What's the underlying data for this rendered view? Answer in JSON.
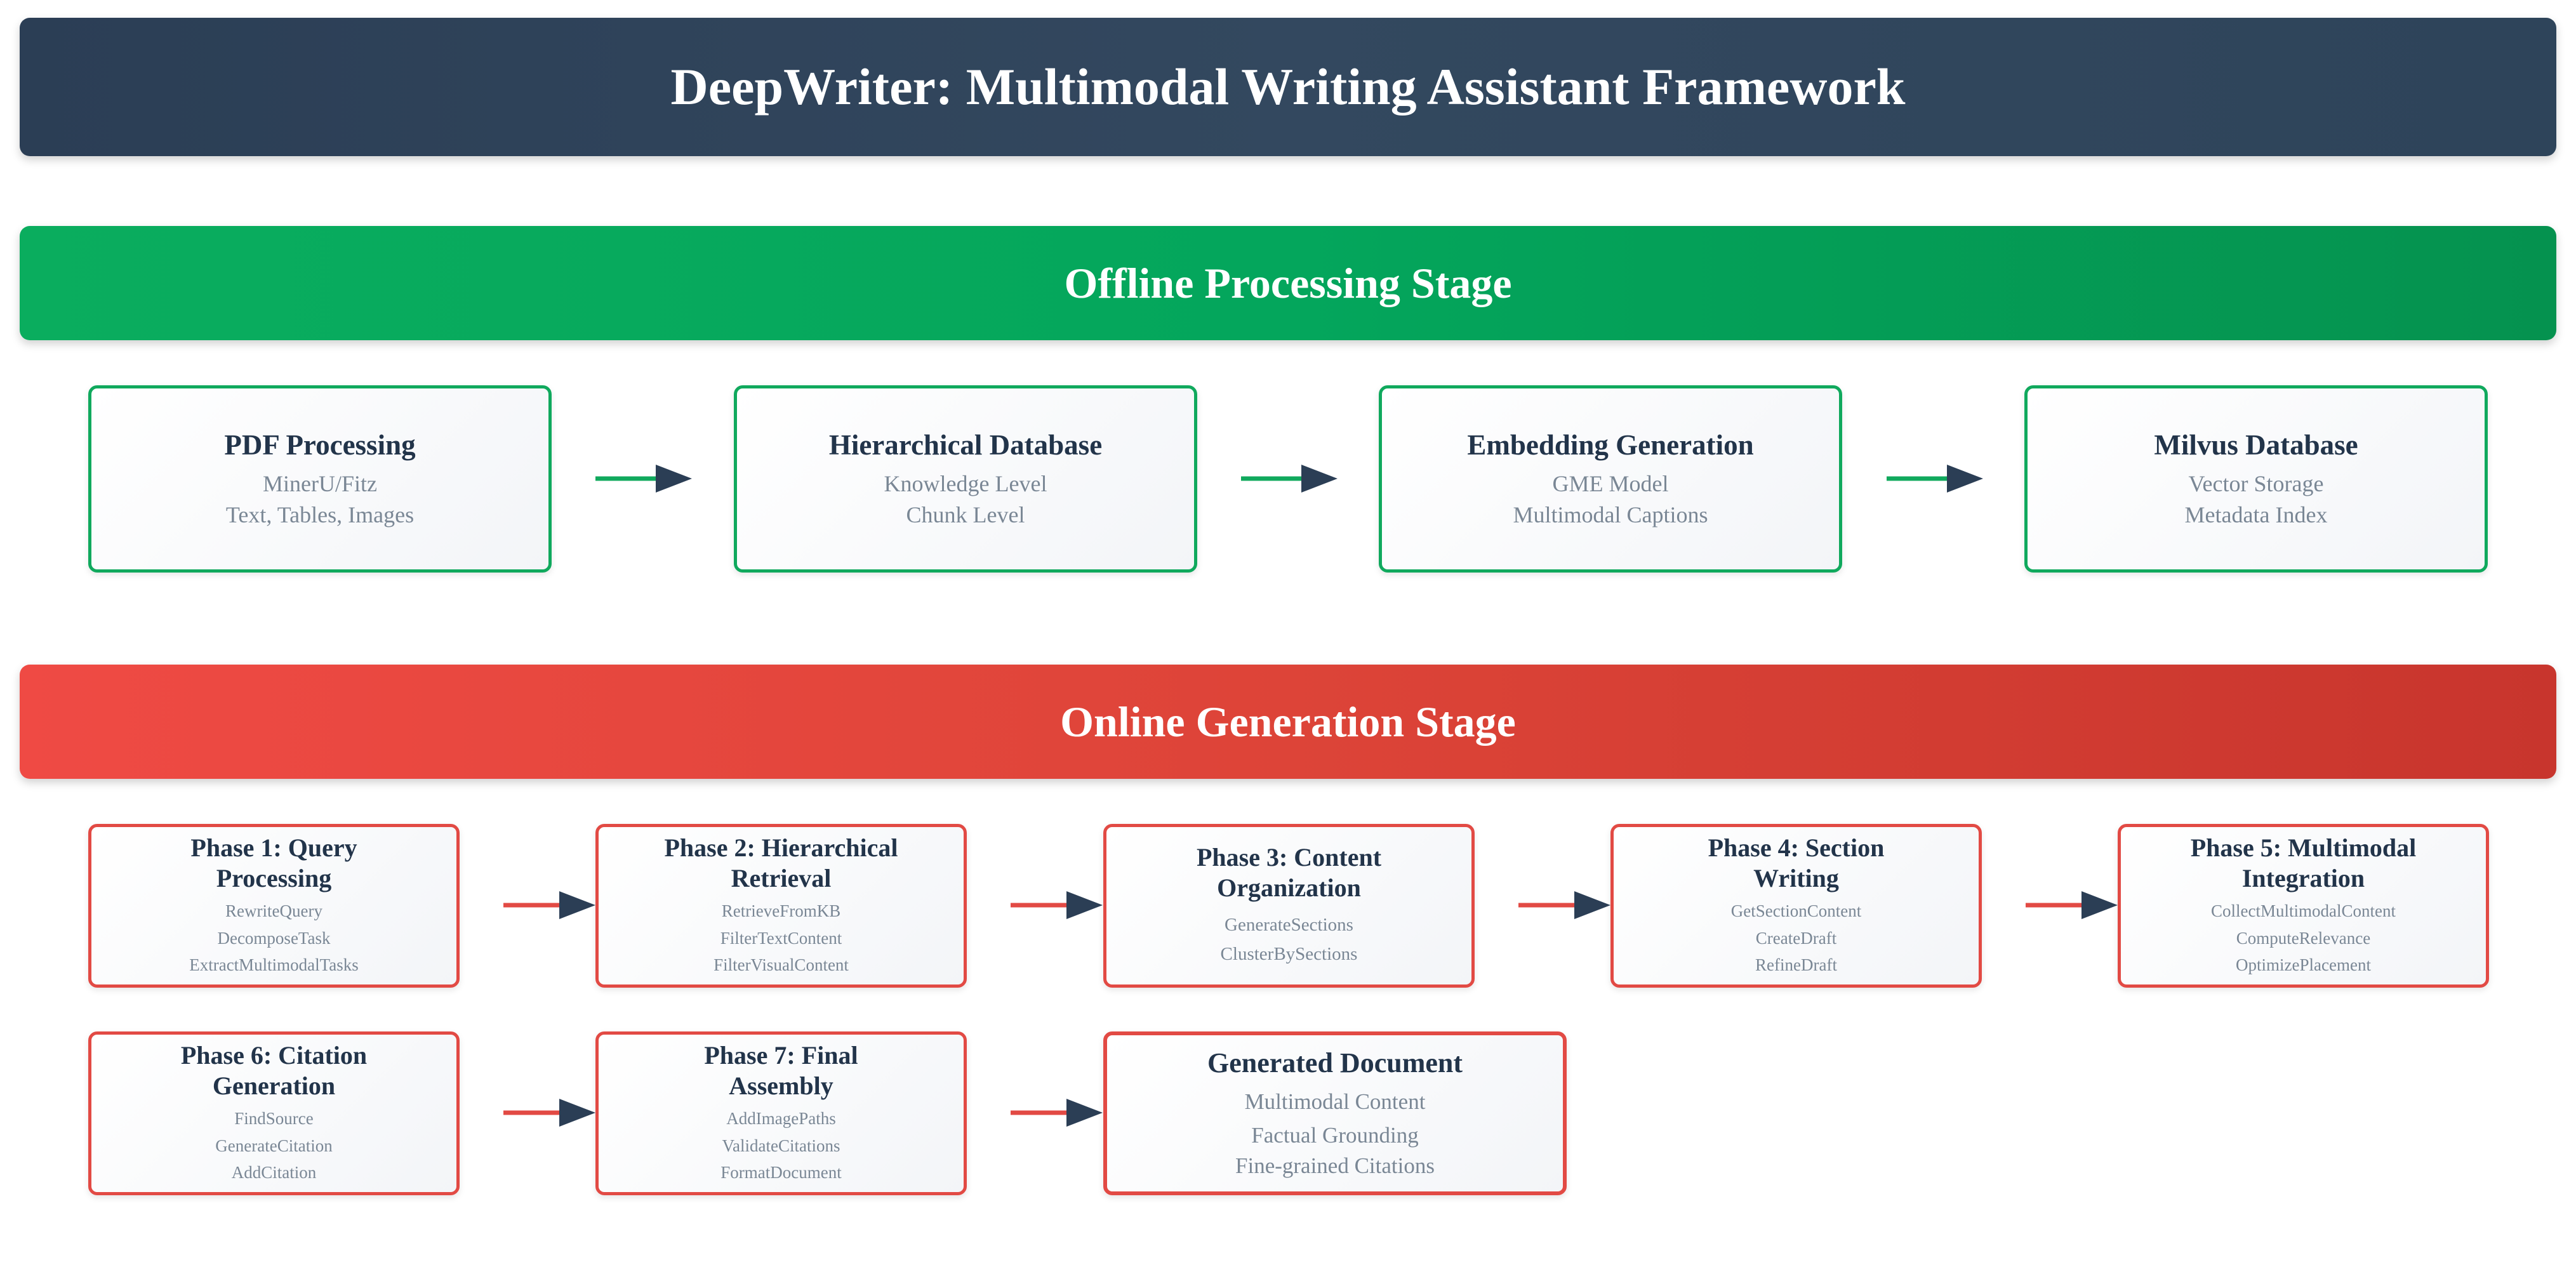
{
  "title": "DeepWriter: Multimodal Writing Assistant Framework",
  "offline": {
    "heading": "Offline Processing Stage",
    "nodes": [
      {
        "title": "PDF Processing",
        "lines": [
          "MinerU/Fitz",
          "Text, Tables, Images"
        ]
      },
      {
        "title": "Hierarchical Database",
        "lines": [
          "Knowledge Level",
          "Chunk Level"
        ]
      },
      {
        "title": "Embedding Generation",
        "lines": [
          "GME Model",
          "Multimodal Captions"
        ]
      },
      {
        "title": "Milvus Database",
        "lines": [
          "Vector Storage",
          "Metadata Index"
        ]
      }
    ]
  },
  "online": {
    "heading": "Online Generation Stage",
    "phases": [
      {
        "title": "Phase 1: Query Processing",
        "lines": [
          "RewriteQuery",
          "DecomposeTask",
          "ExtractMultimodalTasks"
        ]
      },
      {
        "title": "Phase 2: Hierarchical Retrieval",
        "lines": [
          "RetrieveFromKB",
          "FilterTextContent",
          "FilterVisualContent"
        ]
      },
      {
        "title": "Phase 3: Content Organization",
        "lines": [
          "GenerateSections",
          "ClusterBySections"
        ]
      },
      {
        "title": "Phase 4: Section Writing",
        "lines": [
          "GetSectionContent",
          "CreateDraft",
          "RefineDraft"
        ]
      },
      {
        "title": "Phase 5: Multimodal Integration",
        "lines": [
          "CollectMultimodalContent",
          "ComputeRelevance",
          "OptimizePlacement"
        ]
      },
      {
        "title": "Phase 6: Citation Generation",
        "lines": [
          "FindSource",
          "GenerateCitation",
          "AddCitation"
        ]
      },
      {
        "title": "Phase 7: Final Assembly",
        "lines": [
          "AddImagePaths",
          "ValidateCitations",
          "FormatDocument"
        ]
      }
    ],
    "output": {
      "title": "Generated Document",
      "lines": [
        "Multimodal Content",
        "Factual Grounding",
        "Fine-grained Citations"
      ]
    }
  },
  "colors": {
    "title_bg": "#2f4358",
    "offline_accent": "#10a95d",
    "online_accent": "#e24a44",
    "arrow_head": "#2b3e55"
  }
}
